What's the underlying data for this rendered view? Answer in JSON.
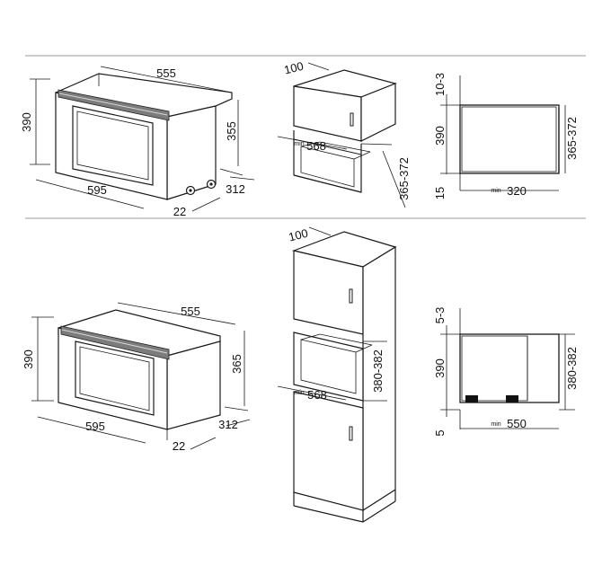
{
  "top_row": {
    "oven": {
      "width": "595",
      "depth_case": "555",
      "height": "390",
      "front_height": "355",
      "depth": "312",
      "door": "22"
    },
    "niche": {
      "top_depth": "100",
      "min_depth_prefix": "min",
      "min_depth": "568",
      "height_range": "365-372"
    },
    "side": {
      "gap": "10-3",
      "height": "390",
      "niche_height": "365-372",
      "bottom": "15",
      "min_prefix": "min",
      "min_depth": "320"
    }
  },
  "bottom_row": {
    "oven": {
      "width": "595",
      "depth_case": "555",
      "height": "390",
      "front_height": "365",
      "depth": "312",
      "door": "22"
    },
    "column": {
      "top_depth": "100",
      "min_depth_prefix": "min",
      "min_depth": "568",
      "height_range": "380-382"
    },
    "side": {
      "gap": "5-3",
      "height": "390",
      "niche_height": "380-382",
      "bottom": "5",
      "min_prefix": "min",
      "min_depth": "550"
    }
  }
}
